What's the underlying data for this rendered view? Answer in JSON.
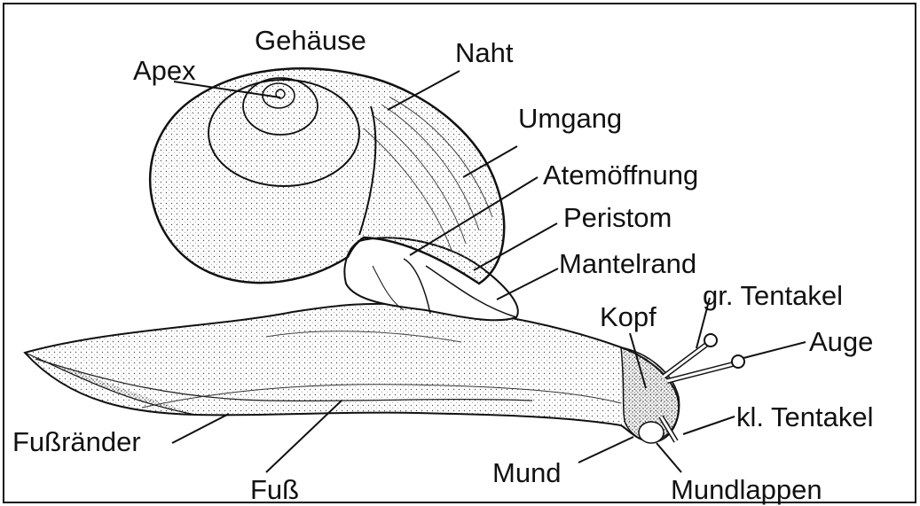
{
  "colors": {
    "ink": "#111111",
    "paper": "#ffffff",
    "stipple": "#555555"
  },
  "labels": {
    "gehaeuse": "Gehäuse",
    "apex": "Apex",
    "naht": "Naht",
    "umgang": "Umgang",
    "atemoeffnung": "Atemöffnung",
    "peristom": "Peristom",
    "mantelrand": "Mantelrand",
    "gr_tentakel": "gr. Tentakel",
    "kopf": "Kopf",
    "auge": "Auge",
    "kl_tentakel": "kl. Tentakel",
    "fussraender": "Fußränder",
    "fuss": "Fuß",
    "mund": "Mund",
    "mundlappen": "Mundlappen"
  }
}
